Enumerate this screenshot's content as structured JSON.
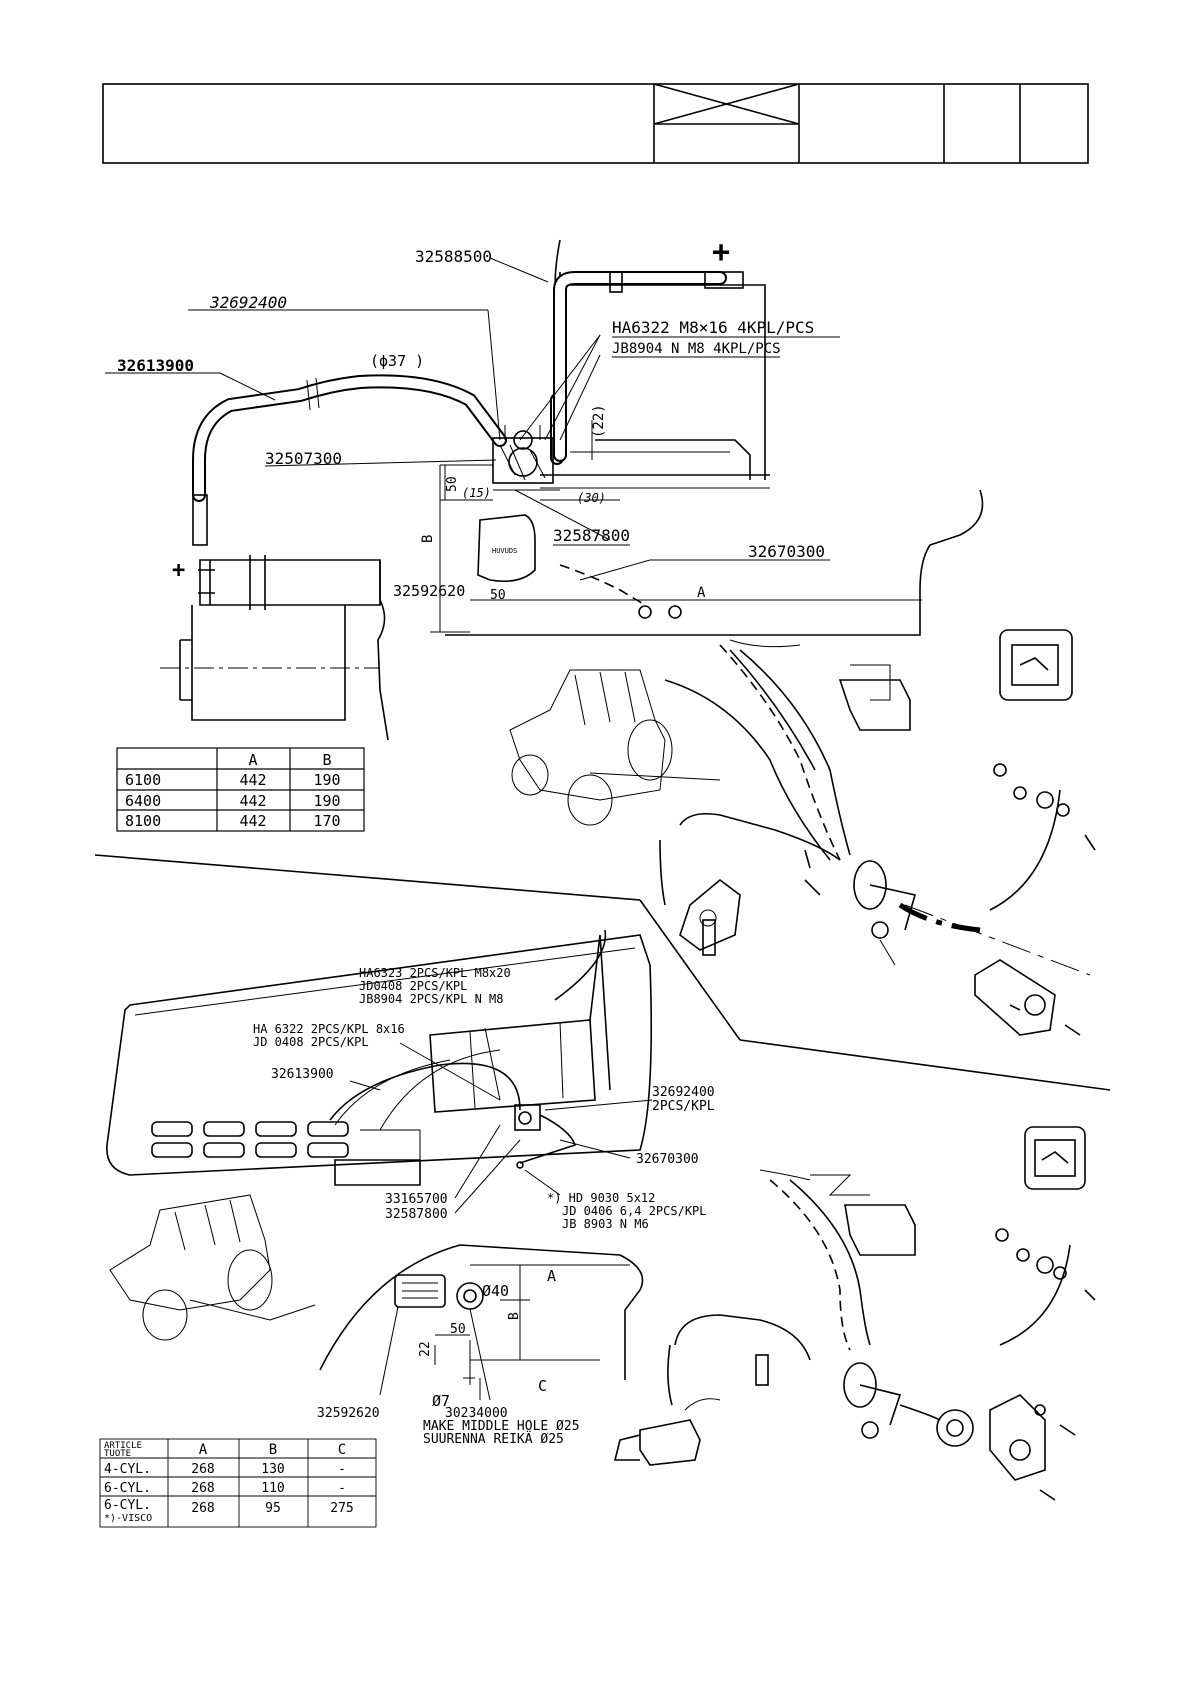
{
  "upper_diagram": {
    "labels": {
      "cable_top": "32588500",
      "cable_mid": "32692400",
      "cable_left": "32613900",
      "diameter_note": "(ϕ37 )",
      "bolt_spec": "HA6322 M8×16 4KPL/PCS",
      "nut_spec": "JB8904 N M8 4KPL/PCS",
      "bracket": "32507300",
      "dim_22": "(22)",
      "dim_50_v": "50",
      "dim_15": "(15)",
      "dim_30": "(30)",
      "dim_B": "B",
      "switch_part": "32587800",
      "ground_cable": "32670300",
      "sticker": "32592620",
      "dim_50_h": "50",
      "dim_A": "A",
      "plus_top": "+",
      "plus_left": "+",
      "sticker_text": "HUVUDS"
    },
    "table": {
      "headers": [
        "",
        "A",
        "B"
      ],
      "rows": [
        [
          "6100",
          "442",
          "190"
        ],
        [
          "6400",
          "442",
          "190"
        ],
        [
          "8100",
          "442",
          "170"
        ]
      ]
    }
  },
  "lower_diagram": {
    "labels": {
      "spec1_l1": "HA6323 2PCS/KPL M8x20",
      "spec1_l2": "JD0408 2PCS/KPL",
      "spec1_l3": "JB8904 2PCS/KPL N M8",
      "spec2_l1": "HA 6322 2PCS/KPL 8x16",
      "spec2_l2": "JD 0408 2PCS/KPL",
      "cable_left": "32613900",
      "cable_right_l1": "32692400",
      "cable_right_l2": "2PCS/KPL",
      "ground_cable": "32670300",
      "starter": "33165700",
      "switch_part": "32587800",
      "spec3_l1": "*) HD 9030 5x12",
      "spec3_l2": "JD 0406 6,4 2PCS/KPL",
      "spec3_l3": "JB 8903 N M6",
      "dim_phi40": "Ø40",
      "dim_A": "A",
      "dim_B": "B",
      "dim_50": "50",
      "dim_22": "22",
      "dim_C": "C",
      "dim_phi7": "Ø7",
      "sticker": "32592620",
      "grommet": "30234000",
      "note_l1": "MAKE MIDDLE HOLE Ø25",
      "note_l2": "SUURENNA REIKÄ Ø25"
    },
    "table": {
      "header_l1": "ARTICLE",
      "header_l2": "TUOTE",
      "col_headers": [
        "A",
        "B",
        "C"
      ],
      "rows": [
        {
          "name": "4-CYL.",
          "sub": "",
          "a": "268",
          "b": "130",
          "c": "-"
        },
        {
          "name": "6-CYL.",
          "sub": "",
          "a": "268",
          "b": "110",
          "c": "-"
        },
        {
          "name": "6-CYL.",
          "sub": "*)-VISCO",
          "a": "268",
          "b": "95",
          "c": "275"
        }
      ]
    }
  }
}
